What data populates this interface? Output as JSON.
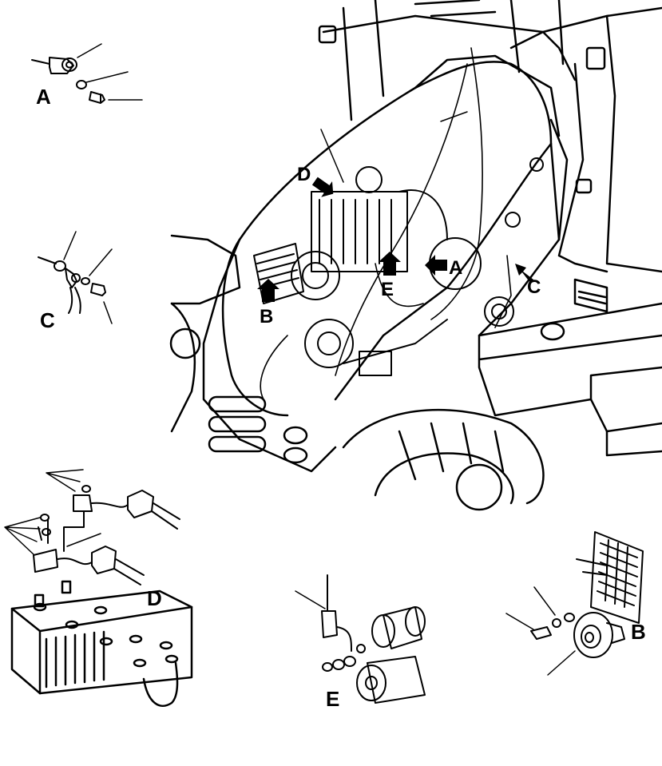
{
  "diagram": {
    "callouts": {
      "detail_a": "A",
      "detail_b": "B",
      "detail_c": "C",
      "detail_d": "D",
      "detail_e": "E",
      "main_a": "A",
      "main_b": "B",
      "main_c": "C",
      "main_d": "D",
      "main_e": "E"
    },
    "colors": {
      "ink": "#000000",
      "paper": "#ffffff"
    }
  }
}
